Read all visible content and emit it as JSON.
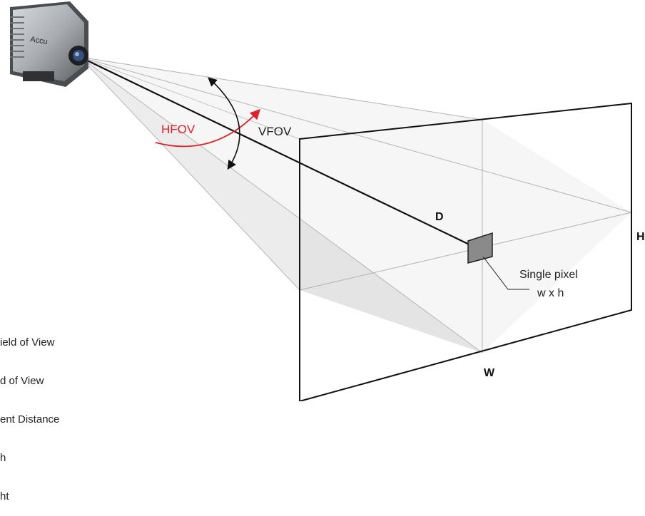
{
  "camera": {
    "brand": "Accu",
    "icon": "camera-icon"
  },
  "labels": {
    "hfov": "HFOV",
    "vfov": "VFOV",
    "distance": "D",
    "width": "W",
    "height": "H",
    "pixel_line1": "Single pixel",
    "pixel_line2": "w x h"
  },
  "legend": [
    "ield of View",
    "d of View",
    "ent Distance",
    "h",
    "ht"
  ],
  "colors": {
    "hfov_arrow": "#e0202a",
    "vfov_arrow": "#111111",
    "frustum_fill": "#e9e9e9",
    "pixel_fill": "#8a8a8a",
    "frame_stroke": "#111111"
  }
}
